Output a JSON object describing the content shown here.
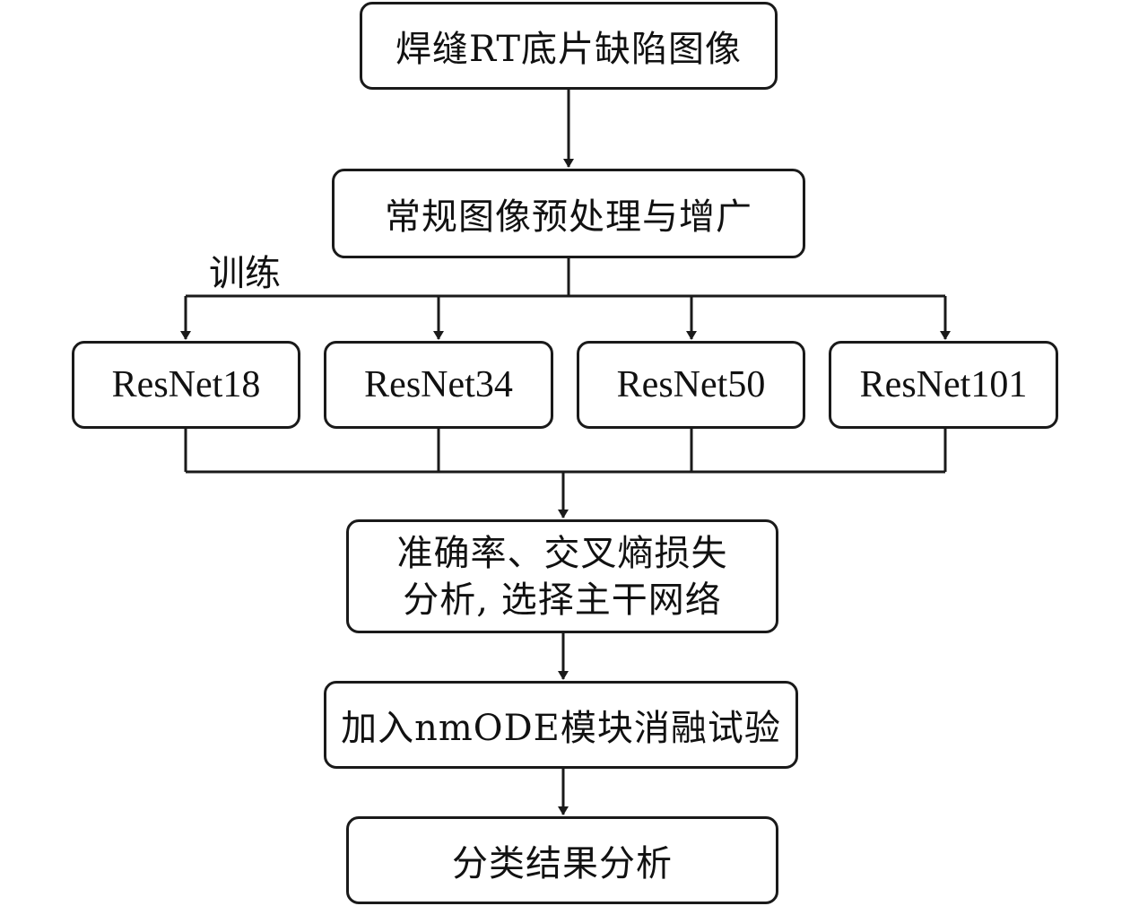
{
  "nodes": {
    "input": "焊缝RT底片缺陷图像",
    "preprocess": "常规图像预处理与增广",
    "models": [
      "ResNet18",
      "ResNet34",
      "ResNet50",
      "ResNet101"
    ],
    "analysis": {
      "line1": "准确率、交叉熵损失",
      "line2": "分析, 选择主干网络"
    },
    "ablation": "加入nmODE模块消融试验",
    "result": "分类结果分析"
  },
  "edge_label": "训练"
}
